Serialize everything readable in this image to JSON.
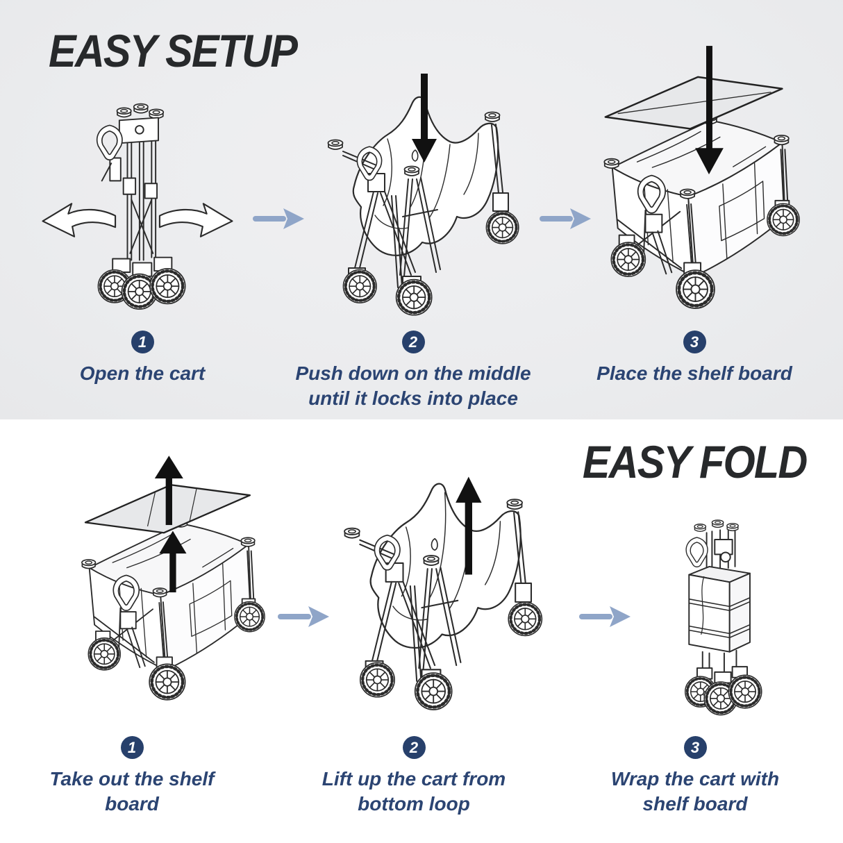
{
  "colors": {
    "background_top": "#ebecee",
    "background_bottom": "#ffffff",
    "title_text": "#27292b",
    "caption_text": "#2b4472",
    "badge_fill": "#27406b",
    "badge_number_text": "#ffffff",
    "flow_arrow_blue": "#8fa5c8",
    "line_art_ink": "#2b2b2b",
    "instruction_arrow_black": "#111111",
    "shelf_board_fill": "#e7e8ea"
  },
  "icons": {
    "next-step-arrow-icon": "→",
    "push-down-arrow-icon": "↓",
    "lift-up-arrow-icon": "↑",
    "open-outward-arrows-icon": "⇔"
  },
  "sections": {
    "setup": {
      "title": "EASY SETUP",
      "steps": [
        {
          "number": "1",
          "caption": "Open the cart",
          "illustration": "folded-cart-with-outward-arrows"
        },
        {
          "number": "2",
          "caption": "Push down on the middle\nuntil it locks into place",
          "illustration": "half-open-cart-with-down-arrow"
        },
        {
          "number": "3",
          "caption": "Place the shelf board",
          "illustration": "open-cart-with-shelf-board-down-arrow"
        }
      ]
    },
    "fold": {
      "title": "EASY FOLD",
      "steps": [
        {
          "number": "1",
          "caption": "Take out the shelf\nboard",
          "illustration": "open-cart-with-shelf-board-up-arrow"
        },
        {
          "number": "2",
          "caption": "Lift up the cart from\nbottom loop",
          "illustration": "half-folded-cart-with-up-arrow"
        },
        {
          "number": "3",
          "caption": "Wrap the cart with\nshelf board",
          "illustration": "wrapped-folded-cart"
        }
      ]
    }
  }
}
